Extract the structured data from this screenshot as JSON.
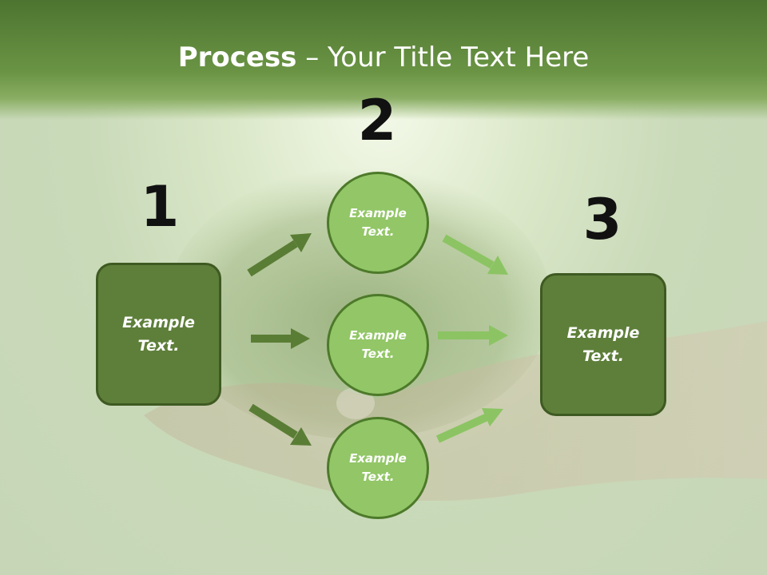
{
  "title": {
    "bold": "Process",
    "rest": " – Your Title Text Here"
  },
  "steps": {
    "n1": "1",
    "n2": "2",
    "n3": "3"
  },
  "left_box": {
    "line1": "Example",
    "line2": "Text."
  },
  "right_box": {
    "line1": "Example",
    "line2": "Text."
  },
  "circles": [
    {
      "line1": "Example",
      "line2": "Text."
    },
    {
      "line1": "Example",
      "line2": "Text."
    },
    {
      "line1": "Example",
      "line2": "Text."
    }
  ],
  "colors": {
    "dark_green": "#5e7f3a",
    "light_green": "#92c667",
    "arrow_dark": "#5a7d35",
    "arrow_light": "#8cc463"
  }
}
